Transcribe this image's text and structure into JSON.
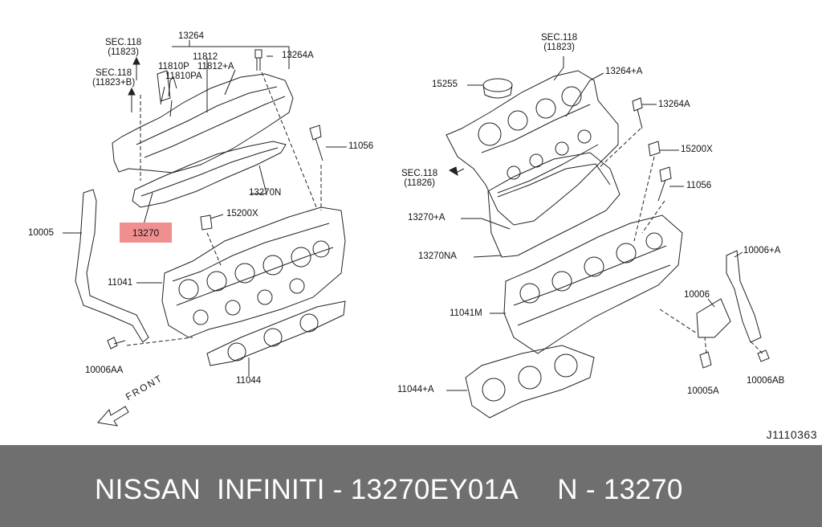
{
  "diagram": {
    "id": "J1110363",
    "front_label": "FRONT",
    "left_bank": {
      "sec_118_top": "SEC.118",
      "sec_118_top_ref": "(11823)",
      "sec_118_b": "SEC.118",
      "sec_118_b_ref": "(11823+B)",
      "p13264": "13264",
      "p11812": "11812",
      "p11810p": "11810P",
      "p11812a": "11812+A",
      "p11810pa": "11810PA",
      "p13264a": "13264A",
      "p11056": "11056",
      "p13270n": "13270N",
      "p15200x": "15200X",
      "p13270": "13270",
      "p10005": "10005",
      "p11041": "11041",
      "p10006aa": "10006AA",
      "p11044": "11044"
    },
    "right_bank": {
      "sec_118_top": "SEC.118",
      "sec_118_top_ref": "(11823)",
      "p15255": "15255",
      "p13264a_plus": "13264+A",
      "p13264a": "13264A",
      "p15200x": "15200X",
      "sec_118_side": "SEC.118",
      "sec_118_side_ref": "(11826)",
      "p11056": "11056",
      "p13270a": "13270+A",
      "p13270na": "13270NA",
      "p10006a": "10006+A",
      "p11041m": "11041M",
      "p10006": "10006",
      "p11044a": "11044+A",
      "p10005a": "10005A",
      "p10006ab": "10006AB"
    }
  },
  "footer": {
    "text": "NISSAN  INFINITI - 13270EY01A     N - 13270"
  }
}
